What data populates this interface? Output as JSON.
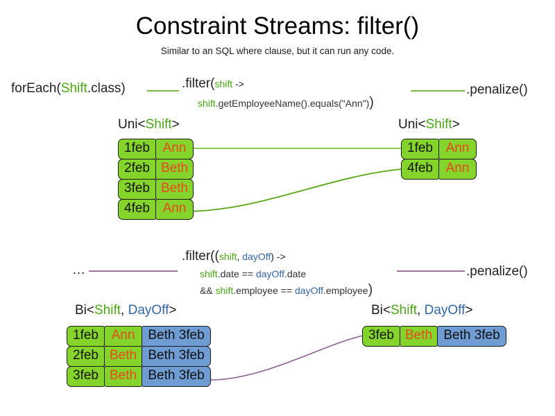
{
  "slide": {
    "title": "Constraint Streams: filter()",
    "subtitle": "Similar to an SQL where clause, but it can run any code."
  },
  "colors": {
    "green_accent": "#4aa515",
    "blue_accent": "#3465a4",
    "fact_green": "#85d42c",
    "fact_blue": "#6f9cd3",
    "name_orange": "#e8481c",
    "wire_green": "#6aab2e",
    "wire_purple": "#8b5f8f"
  },
  "pipeline_uni": {
    "source_prefix": "forEach(",
    "source_type": "Shift",
    "source_suffix": ".class)",
    "filter_open": ".filter(",
    "filter_param": "shift",
    "filter_arrow": " ->",
    "filter_body_var": "shift",
    "filter_body_rest": ".getEmployeeName().equals(\"Ann\")",
    "filter_close": ")",
    "terminal": ".penalize()",
    "header_left": {
      "prefix": "Uni<",
      "type1": "Shift",
      "suffix": ">"
    },
    "header_right": {
      "prefix": "Uni<",
      "type1": "Shift",
      "suffix": ">"
    },
    "input_rows": [
      {
        "date": "1feb",
        "name": "Ann"
      },
      {
        "date": "2feb",
        "name": "Beth"
      },
      {
        "date": "3feb",
        "name": "Beth"
      },
      {
        "date": "4feb",
        "name": "Ann"
      }
    ],
    "output_rows": [
      {
        "date": "1feb",
        "name": "Ann"
      },
      {
        "date": "4feb",
        "name": "Ann"
      }
    ]
  },
  "pipeline_bi": {
    "source_prefix": "…",
    "filter_open": ".filter((",
    "filter_param1": "shift",
    "filter_comma": ", ",
    "filter_param2": "dayOff",
    "filter_arrow": ") ->",
    "line2_var1": "shift",
    "line2_mid": ".date == ",
    "line2_var2": "dayOff",
    "line2_end": ".date",
    "line3_and": "&& ",
    "line3_var1": "shift",
    "line3_mid": ".employee == ",
    "line3_var2": "dayOff",
    "line3_end": ".employee",
    "filter_close": ")",
    "terminal": ".penalize()",
    "header_left": {
      "prefix": "Bi<",
      "type1": "Shift",
      "comma": ", ",
      "type2": "DayOff",
      "suffix": ">"
    },
    "header_right": {
      "prefix": "Bi<",
      "type1": "Shift",
      "comma": ", ",
      "type2": "DayOff",
      "suffix": ">"
    },
    "input_rows": [
      {
        "date": "1feb",
        "name": "Ann",
        "dayoff": "Beth 3feb"
      },
      {
        "date": "2feb",
        "name": "Beth",
        "dayoff": "Beth 3feb"
      },
      {
        "date": "3feb",
        "name": "Beth",
        "dayoff": "Beth 3feb"
      }
    ],
    "output_rows": [
      {
        "date": "3feb",
        "name": "Beth",
        "dayoff": "Beth 3feb"
      }
    ]
  }
}
